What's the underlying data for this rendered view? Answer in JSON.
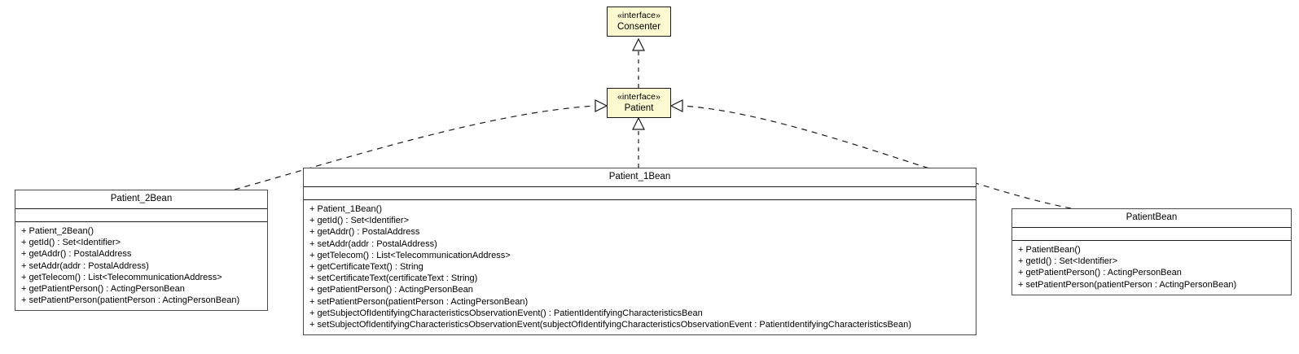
{
  "diagram": {
    "kind": "uml-class-diagram",
    "background": "#ffffff",
    "interface_fill": "#fbf9d0",
    "class_fill": "#ffffff",
    "line_color": "#1c1c1c"
  },
  "nodes": {
    "consenter": {
      "stereotype": "«interface»",
      "name": "Consenter"
    },
    "patient": {
      "stereotype": "«interface»",
      "name": "Patient"
    },
    "patient_2bean": {
      "name": "Patient_2Bean",
      "attributes": [],
      "operations": [
        "+ Patient_2Bean()",
        "+ getId() : Set<Identifier>",
        "+ getAddr() : PostalAddress",
        "+ setAddr(addr : PostalAddress)",
        "+ getTelecom() : List<TelecommunicationAddress>",
        "+ getPatientPerson() : ActingPersonBean",
        "+ setPatientPerson(patientPerson : ActingPersonBean)"
      ]
    },
    "patient_1bean": {
      "name": "Patient_1Bean",
      "attributes": [],
      "operations": [
        "+ Patient_1Bean()",
        "+ getId() : Set<Identifier>",
        "+ getAddr() : PostalAddress",
        "+ setAddr(addr : PostalAddress)",
        "+ getTelecom() : List<TelecommunicationAddress>",
        "+ getCertificateText() : String",
        "+ setCertificateText(certificateText : String)",
        "+ getPatientPerson() : ActingPersonBean",
        "+ setPatientPerson(patientPerson : ActingPersonBean)",
        "+ getSubjectOfIdentifyingCharacteristicsObservationEvent() : PatientIdentifyingCharacteristicsBean",
        "+ setSubjectOfIdentifyingCharacteristicsObservationEvent(subjectOfIdentifyingCharacteristicsObservationEvent : PatientIdentifyingCharacteristicsBean)"
      ]
    },
    "patientbean": {
      "name": "PatientBean",
      "attributes": [],
      "operations": [
        "+ PatientBean()",
        "+ getId() : Set<Identifier>",
        "+ getPatientPerson() : ActingPersonBean",
        "+ setPatientPerson(patientPerson : ActingPersonBean)"
      ]
    }
  },
  "edges": [
    {
      "id": "patient-extends-consenter",
      "from": "patient",
      "to": "consenter",
      "style": "dashed",
      "arrow": "hollow-triangle",
      "relation": "realization"
    },
    {
      "id": "patient1bean-realizes-patient",
      "from": "patient_1bean",
      "to": "patient",
      "style": "dashed",
      "arrow": "hollow-triangle",
      "relation": "realization"
    },
    {
      "id": "patient2bean-realizes-patient",
      "from": "patient_2bean",
      "to": "patient",
      "style": "dashed",
      "arrow": "hollow-triangle",
      "relation": "realization"
    },
    {
      "id": "patientbean-realizes-patient",
      "from": "patientbean",
      "to": "patient",
      "style": "dashed",
      "arrow": "hollow-triangle",
      "relation": "realization"
    }
  ]
}
